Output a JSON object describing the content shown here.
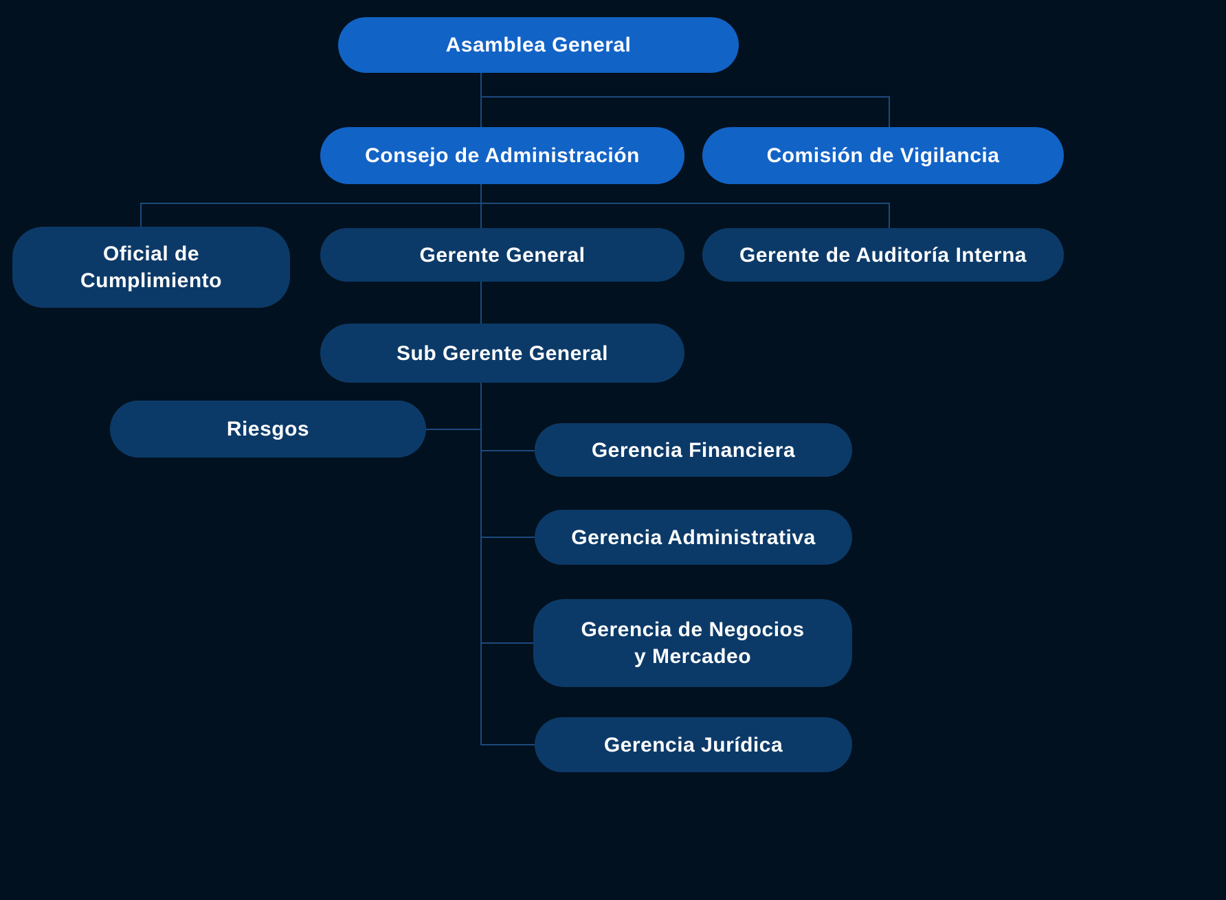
{
  "colors": {
    "background": "#02111f",
    "node_bright": "#1263c6",
    "node_dark": "#0c3a68",
    "connector": "#1c4a7d",
    "text": "#ffffff"
  },
  "chart_data": {
    "type": "org-chart",
    "nodes": [
      {
        "id": "asamblea",
        "label": "Asamblea General",
        "level": 1,
        "style": "bright"
      },
      {
        "id": "consejo",
        "label": "Consejo de Administración",
        "level": 2,
        "style": "bright",
        "parent": "asamblea"
      },
      {
        "id": "comision",
        "label": "Comisión de Vigilancia",
        "level": 2,
        "style": "bright",
        "parent": "asamblea"
      },
      {
        "id": "oficial",
        "label": "Oficial de Cumplimiento",
        "level": 3,
        "style": "dark",
        "parent": "consejo"
      },
      {
        "id": "gerente_general",
        "label": "Gerente General",
        "level": 3,
        "style": "dark",
        "parent": "consejo"
      },
      {
        "id": "auditoria",
        "label": "Gerente de Auditoría Interna",
        "level": 3,
        "style": "dark",
        "parent": "consejo"
      },
      {
        "id": "sub_gerente",
        "label": "Sub Gerente General",
        "level": 4,
        "style": "dark",
        "parent": "gerente_general"
      },
      {
        "id": "riesgos",
        "label": "Riesgos",
        "level": 5,
        "style": "dark",
        "parent": "sub_gerente"
      },
      {
        "id": "financiera",
        "label": "Gerencia Financiera",
        "level": 5,
        "style": "dark",
        "parent": "sub_gerente"
      },
      {
        "id": "administrativa",
        "label": "Gerencia Administrativa",
        "level": 5,
        "style": "dark",
        "parent": "sub_gerente"
      },
      {
        "id": "negocios",
        "label": "Gerencia de Negocios y Mercadeo",
        "level": 5,
        "style": "dark",
        "parent": "sub_gerente"
      },
      {
        "id": "juridica",
        "label": "Gerencia Jurídica",
        "level": 5,
        "style": "dark",
        "parent": "sub_gerente"
      }
    ]
  },
  "nodes": {
    "asamblea": {
      "label": "Asamblea General"
    },
    "consejo": {
      "label": "Consejo de Administración"
    },
    "comision": {
      "label": "Comisión de Vigilancia"
    },
    "oficial": {
      "label": "Oficial de Cumplimiento"
    },
    "gerente_general": {
      "label": "Gerente General"
    },
    "auditoria": {
      "label": "Gerente de Auditoría Interna"
    },
    "sub_gerente": {
      "label": "Sub Gerente General"
    },
    "riesgos": {
      "label": "Riesgos"
    },
    "financiera": {
      "label": "Gerencia Financiera"
    },
    "administrativa": {
      "label": "Gerencia Administrativa"
    },
    "negocios": {
      "label": "Gerencia de Negocios y Mercadeo"
    },
    "juridica": {
      "label": "Gerencia Jurídica"
    }
  }
}
